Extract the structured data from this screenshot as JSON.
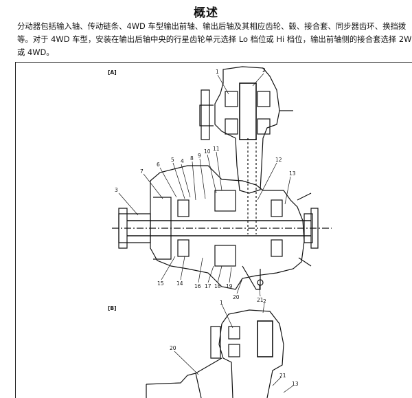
{
  "heading": "概述",
  "body": {
    "line1": "分动器包括输入轴、传动链条、4WD 车型输出前轴、输出后轴及其相应齿轮、毂、接合套、同步器齿环、换挡拨",
    "line2": "等。对于 4WD 车型，安装在输出后轴中央的行星齿轮单元选择 Lo 档位或 Hi 档位，输出前轴侧的接合套选择 2W",
    "line3": "或 4WD。"
  },
  "figure": {
    "label_a": "[A]",
    "label_b": "[B]",
    "callouts_a": [
      "1",
      "2",
      "3",
      "4",
      "5",
      "6",
      "7",
      "8",
      "9",
      "10",
      "11",
      "12",
      "13",
      "14",
      "15",
      "16",
      "17",
      "18",
      "19",
      "20",
      "21"
    ],
    "callouts_b": [
      "1",
      "2",
      "20",
      "21",
      "13"
    ]
  }
}
